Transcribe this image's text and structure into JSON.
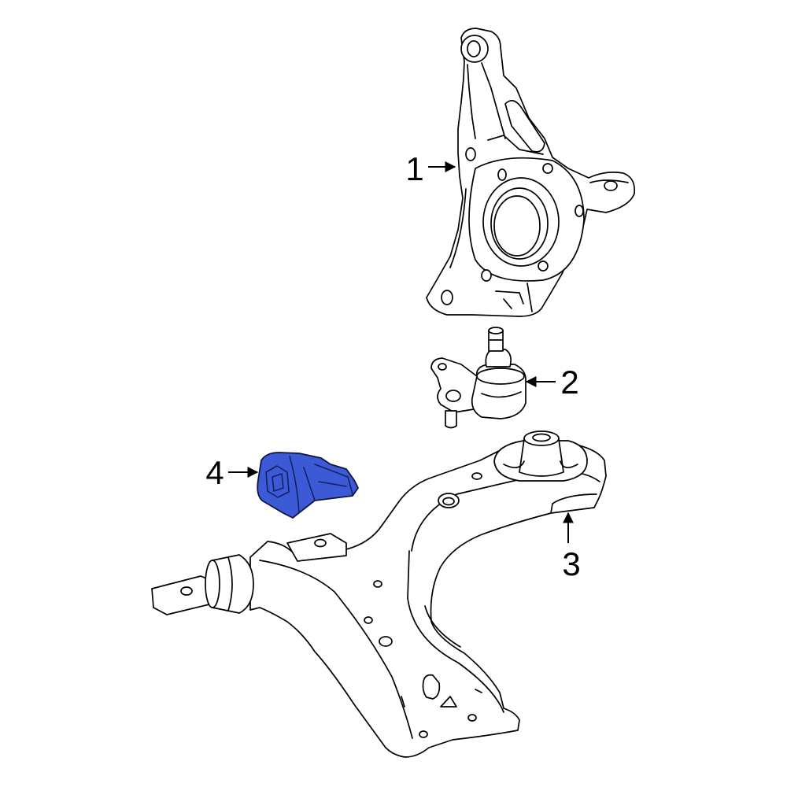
{
  "callouts": {
    "part1": "1",
    "part2": "2",
    "part3": "3",
    "part4": "4"
  },
  "colors": {
    "highlight": "#3d5ad6",
    "line": "#000000",
    "background": "#ffffff"
  }
}
